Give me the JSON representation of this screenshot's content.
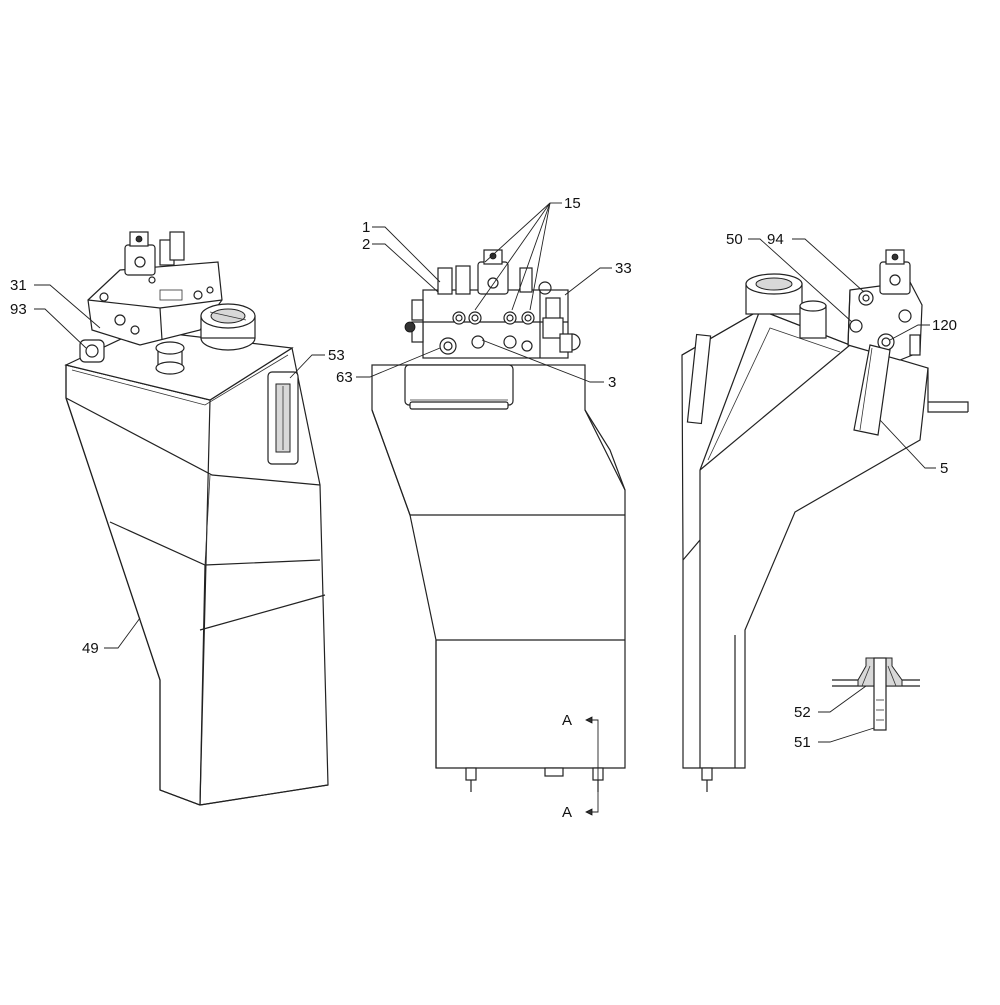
{
  "callouts": {
    "c1": "1",
    "c2": "2",
    "c3": "3",
    "c5": "5",
    "c15": "15",
    "c31": "31",
    "c33": "33",
    "c49": "49",
    "c50": "50",
    "c51": "51",
    "c52": "52",
    "c53": "53",
    "c63": "63",
    "c93": "93",
    "c94": "94",
    "c120": "120"
  },
  "section_marks": {
    "top": "A",
    "bottom": "A"
  },
  "views": [
    "left-isometric-view",
    "front-view",
    "side-view",
    "section-detail-a-a"
  ]
}
